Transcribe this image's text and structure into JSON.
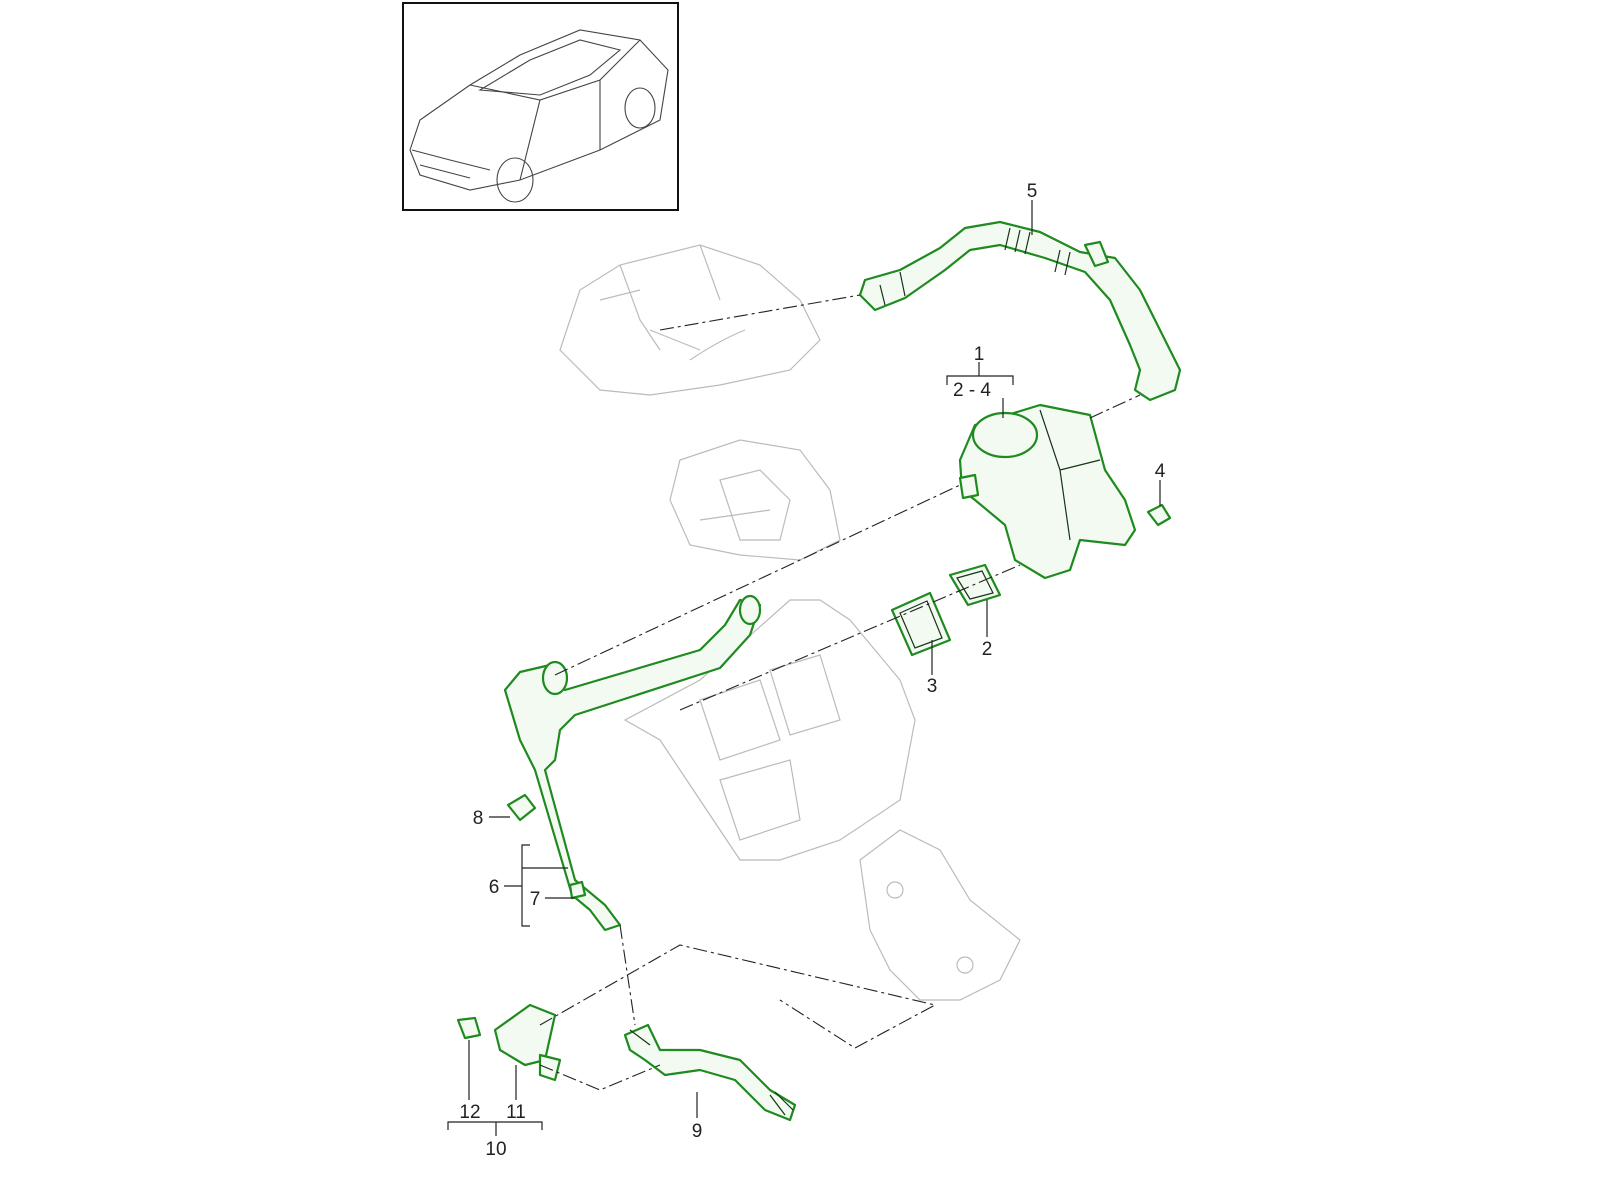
{
  "diagram": {
    "callouts": {
      "c1": "1",
      "c2_4": "2 - 4",
      "c2": "2",
      "c3": "3",
      "c4": "4",
      "c5": "5",
      "c6": "6",
      "c7": "7",
      "c8": "8",
      "c9": "9",
      "c10": "10",
      "c11": "11",
      "c12": "12"
    },
    "colors": {
      "highlight": "#1f8a1f",
      "ghost": "#bbbbbb"
    }
  }
}
